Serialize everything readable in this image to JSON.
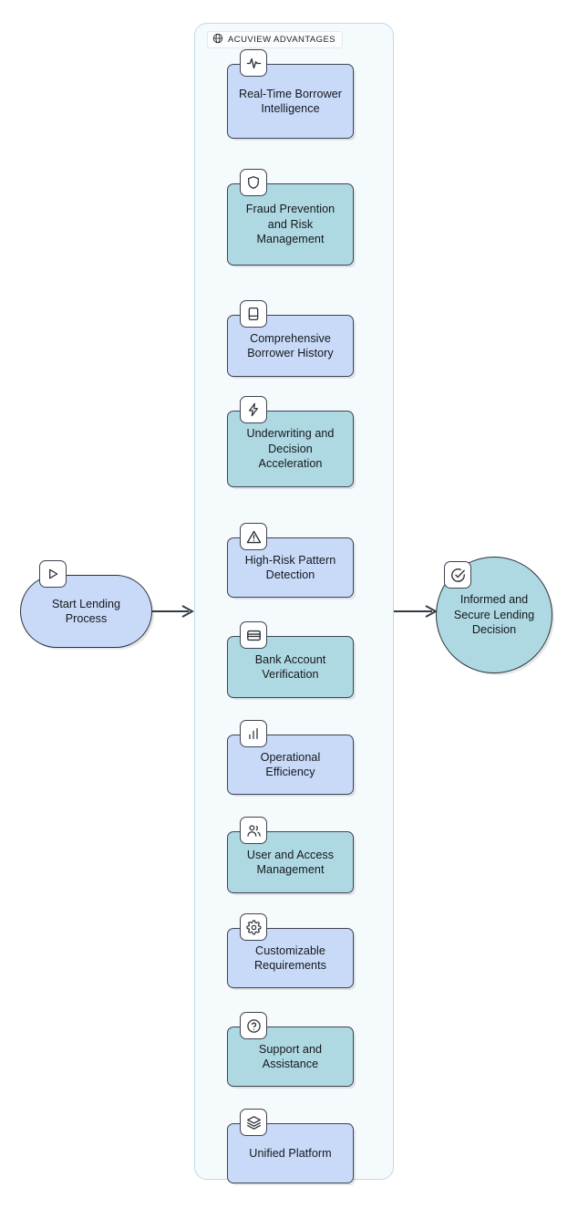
{
  "diagram": {
    "title": "ACUVIEW ADVANTAGES",
    "type": "flowchart",
    "direction": "left-to-right",
    "colors": {
      "card_blue": "#c9daf8",
      "card_teal": "#afd9e2",
      "group_bg": "#f5fafd",
      "group_border": "#bfdce8",
      "node_stroke": "#2b3038",
      "edge_stroke": "#333a42",
      "text": "#14171c"
    }
  },
  "group": {
    "label": "ACUVIEW ADVANTAGES",
    "icon": "globe-icon"
  },
  "start_node": {
    "label": "Start Lending Process",
    "icon": "play-icon",
    "shape": "stadium",
    "fill": "#c9daf8"
  },
  "end_node": {
    "label": "Informed and Secure Lending Decision",
    "icon": "check-circle-icon",
    "shape": "circle",
    "fill": "#afd9e2"
  },
  "cards": [
    {
      "label": "Real-Time Borrower Intelligence",
      "icon": "activity-pulse-icon",
      "fill": "blue"
    },
    {
      "label": "Fraud Prevention and Risk Management",
      "icon": "shield-icon",
      "fill": "teal"
    },
    {
      "label": "Comprehensive Borrower History",
      "icon": "book-icon",
      "fill": "blue"
    },
    {
      "label": "Underwriting and Decision Acceleration",
      "icon": "lightning-bolt-icon",
      "fill": "teal"
    },
    {
      "label": "High-Risk Pattern Detection",
      "icon": "warning-triangle-icon",
      "fill": "blue"
    },
    {
      "label": "Bank Account Verification",
      "icon": "credit-card-icon",
      "fill": "teal"
    },
    {
      "label": "Operational Efficiency",
      "icon": "bar-chart-icon",
      "fill": "blue"
    },
    {
      "label": "User and Access Management",
      "icon": "users-icon",
      "fill": "teal"
    },
    {
      "label": "Customizable Requirements",
      "icon": "gear-icon",
      "fill": "blue"
    },
    {
      "label": "Support and Assistance",
      "icon": "help-circle-icon",
      "fill": "teal"
    },
    {
      "label": "Unified Platform",
      "icon": "layers-icon",
      "fill": "blue"
    }
  ],
  "edges": [
    {
      "from": "Start Lending Process",
      "to": "ACUVIEW ADVANTAGES",
      "arrow": true
    },
    {
      "from": "ACUVIEW ADVANTAGES",
      "to": "Informed and Secure Lending Decision",
      "arrow": true
    }
  ]
}
